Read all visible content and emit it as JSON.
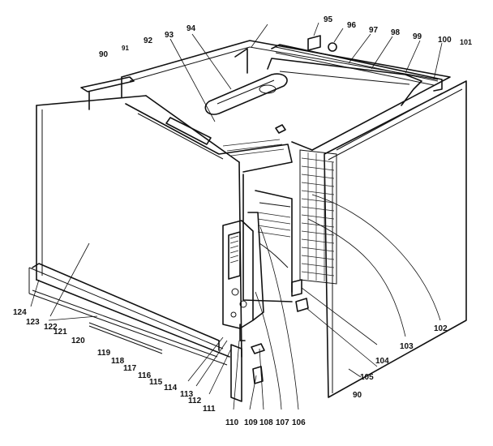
{
  "diagram": {
    "callouts": [
      {
        "id": "c90a",
        "text": "90"
      },
      {
        "id": "c91",
        "text": "91"
      },
      {
        "id": "c92",
        "text": "92"
      },
      {
        "id": "c93",
        "text": "93"
      },
      {
        "id": "c94",
        "text": "94"
      },
      {
        "id": "c95",
        "text": "95"
      },
      {
        "id": "c96",
        "text": "96"
      },
      {
        "id": "c97",
        "text": "97"
      },
      {
        "id": "c98",
        "text": "98"
      },
      {
        "id": "c99",
        "text": "99"
      },
      {
        "id": "c100",
        "text": "100"
      },
      {
        "id": "c101",
        "text": "101"
      },
      {
        "id": "c102",
        "text": "102"
      },
      {
        "id": "c103",
        "text": "103"
      },
      {
        "id": "c104",
        "text": "104"
      },
      {
        "id": "c105",
        "text": "105"
      },
      {
        "id": "c90b",
        "text": "90"
      },
      {
        "id": "c106",
        "text": "106"
      },
      {
        "id": "c107",
        "text": "107"
      },
      {
        "id": "c108",
        "text": "108"
      },
      {
        "id": "c109",
        "text": "109"
      },
      {
        "id": "c110",
        "text": "110"
      },
      {
        "id": "c111",
        "text": "111"
      },
      {
        "id": "c112",
        "text": "112"
      },
      {
        "id": "c113",
        "text": "113"
      },
      {
        "id": "c114",
        "text": "114"
      },
      {
        "id": "c115",
        "text": "115"
      },
      {
        "id": "c116",
        "text": "116"
      },
      {
        "id": "c117",
        "text": "117"
      },
      {
        "id": "c118",
        "text": "118"
      },
      {
        "id": "c119",
        "text": "119"
      },
      {
        "id": "c120",
        "text": "120"
      },
      {
        "id": "c121",
        "text": "121"
      },
      {
        "id": "c122",
        "text": "122"
      },
      {
        "id": "c123",
        "text": "123"
      },
      {
        "id": "c124",
        "text": "124"
      }
    ]
  }
}
